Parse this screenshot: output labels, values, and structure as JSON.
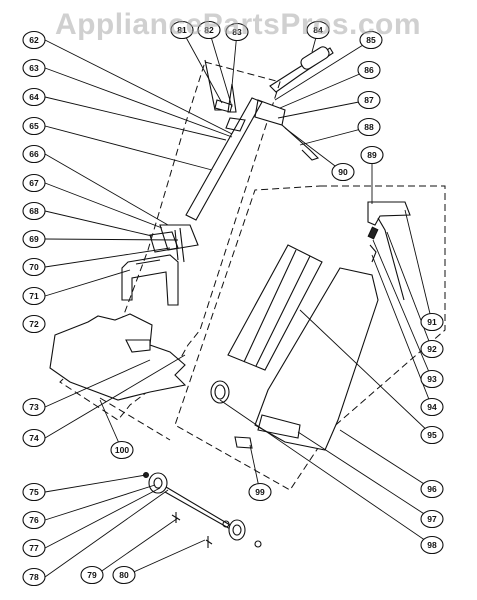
{
  "watermark": "AppliancePartsPros.com",
  "callouts": [
    "62",
    "63",
    "64",
    "65",
    "66",
    "67",
    "68",
    "69",
    "70",
    "71",
    "72",
    "73",
    "74",
    "75",
    "76",
    "77",
    "78",
    "79",
    "80",
    "81",
    "82",
    "83",
    "84",
    "85",
    "86",
    "87",
    "88",
    "89",
    "90",
    "91",
    "92",
    "93",
    "94",
    "95",
    "96",
    "97",
    "98",
    "99",
    "100"
  ],
  "colors": {
    "ink": "#111111",
    "paper": "#ffffff",
    "watermark": "#aaaaaa"
  }
}
